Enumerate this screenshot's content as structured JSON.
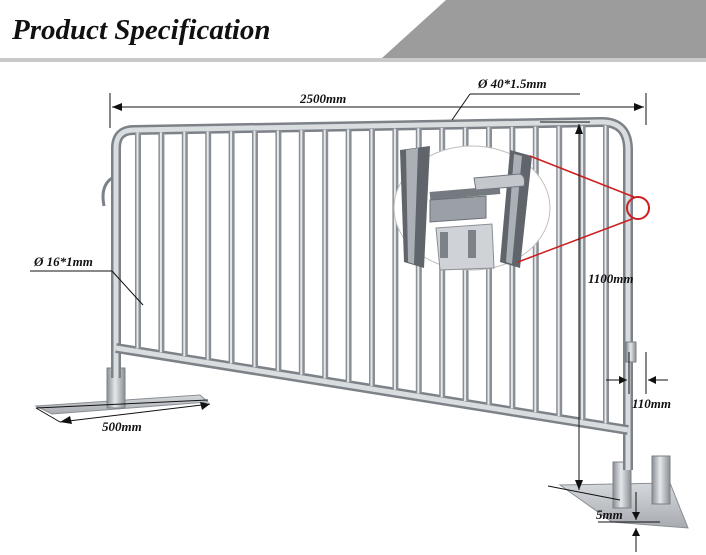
{
  "header": {
    "title": "Product Specification"
  },
  "dimensions": {
    "width": "2500mm",
    "frame_tube": "Ø 40*1.5mm",
    "height": "1100mm",
    "infill_tube": "Ø 16*1mm",
    "foot_length": "500mm",
    "foot_width": "110mm",
    "base_thickness": "5mm"
  },
  "colors": {
    "frame": "#b9bec3",
    "frame_dark": "#7d8288",
    "callout": "#cc1f1f",
    "header_band": "#9c9c9c"
  }
}
